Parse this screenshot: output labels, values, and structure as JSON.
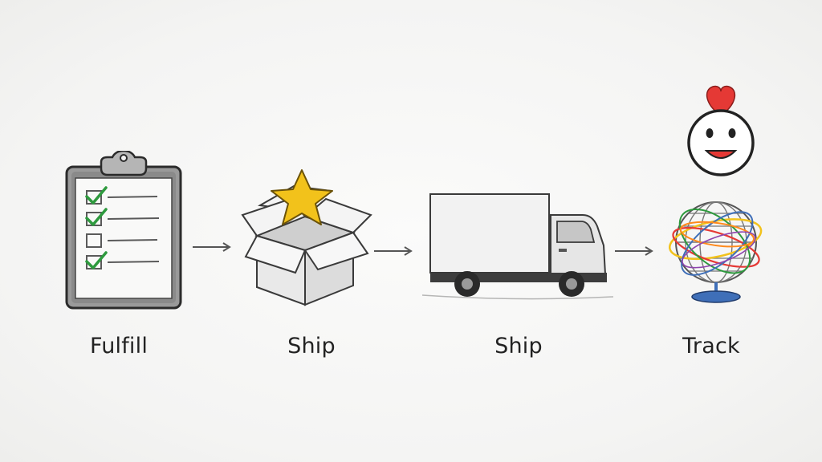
{
  "steps": [
    {
      "label": "Fulfill",
      "icon": "clipboard-checklist-icon"
    },
    {
      "label": "Ship",
      "icon": "open-box-star-icon"
    },
    {
      "label": "Ship",
      "icon": "delivery-truck-icon"
    },
    {
      "label": "Track",
      "icon": "globe-smiley-icon"
    }
  ],
  "colors": {
    "pencil": "#3a3a3a",
    "check": "#2e9a3e",
    "star": "#f2c21b",
    "heart": "#e53935",
    "globe_base": "#3f6fb8"
  }
}
